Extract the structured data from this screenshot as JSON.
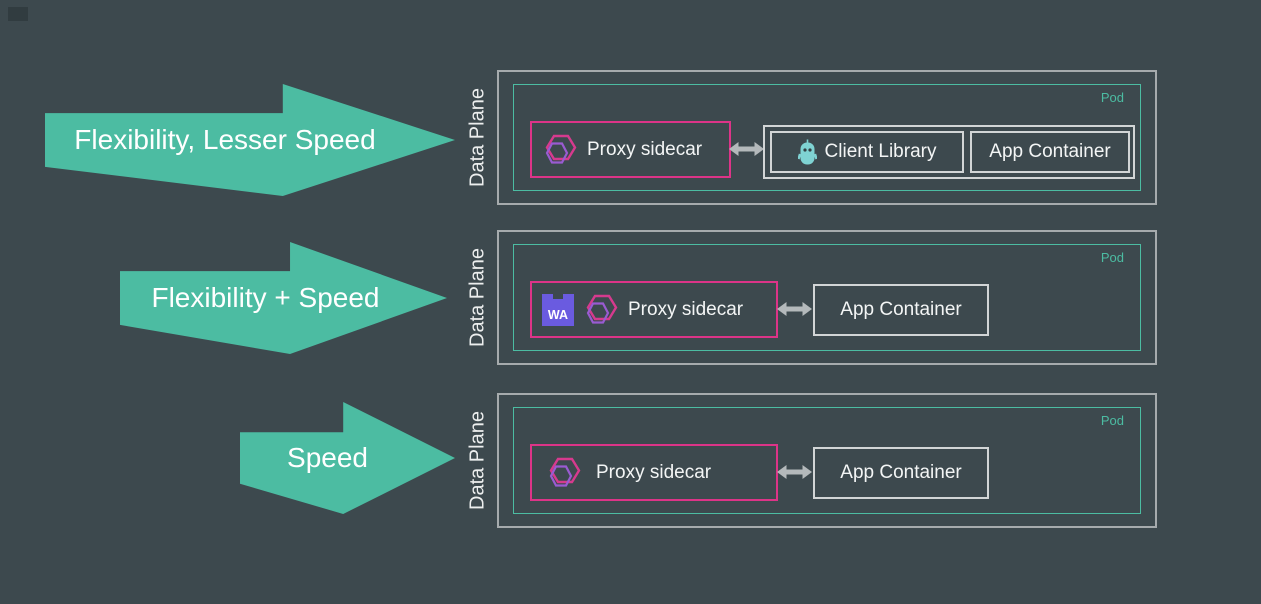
{
  "colors": {
    "background": "#3d494e",
    "arrow_fill": "#4cbca2",
    "arrow_text": "#ffffff",
    "outer_box_border": "#a6abad",
    "pod_border": "#4cbca2",
    "pod_label_text": "#4cbca2",
    "proxy_box_border": "#dd3488",
    "container_box_border": "#d2d5d6",
    "label_text": "#f3f5f5",
    "connector": "#b4b9bb",
    "wasm_purple": "#6a5be0",
    "grpc_teal": "#7fd3d3",
    "envoy_pink": "#d63a8e",
    "envoy_purple": "#9a5bd2"
  },
  "icons": {
    "envoy": "envoy-proxy-hexagon-icon",
    "wasm": "webassembly-icon",
    "grpc": "grpc-client-icon",
    "connector": "bidirectional-arrow-icon"
  },
  "rows": [
    {
      "arrow_label": "Flexibility, Lesser Speed",
      "side_label": "Data Plane",
      "pod_label": "Pod",
      "proxy_label": "Proxy sidecar",
      "client_library_label": "Client Library",
      "app_container_label": "App Container"
    },
    {
      "arrow_label": "Flexibility + Speed",
      "side_label": "Data Plane",
      "pod_label": "Pod",
      "wasm_label": "WA",
      "proxy_label": "Proxy sidecar",
      "app_container_label": "App Container"
    },
    {
      "arrow_label": "Speed",
      "side_label": "Data Plane",
      "pod_label": "Pod",
      "proxy_label": "Proxy sidecar",
      "app_container_label": "App Container"
    }
  ]
}
